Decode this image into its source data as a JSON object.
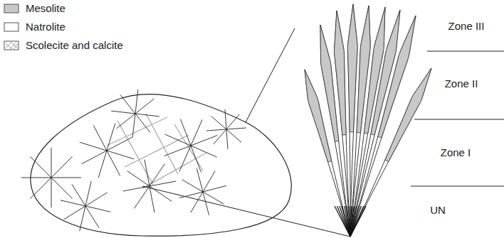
{
  "diagram": {
    "labels": [
      "Zone III",
      "Zone II",
      "Zone I",
      "UN"
    ],
    "legend": [
      {
        "text": "Mesolite",
        "color": "#c8c8c8"
      },
      {
        "text": "Natrolite",
        "color": "#ffffff"
      },
      {
        "text": "Scolecite and calcite"
      }
    ]
  }
}
